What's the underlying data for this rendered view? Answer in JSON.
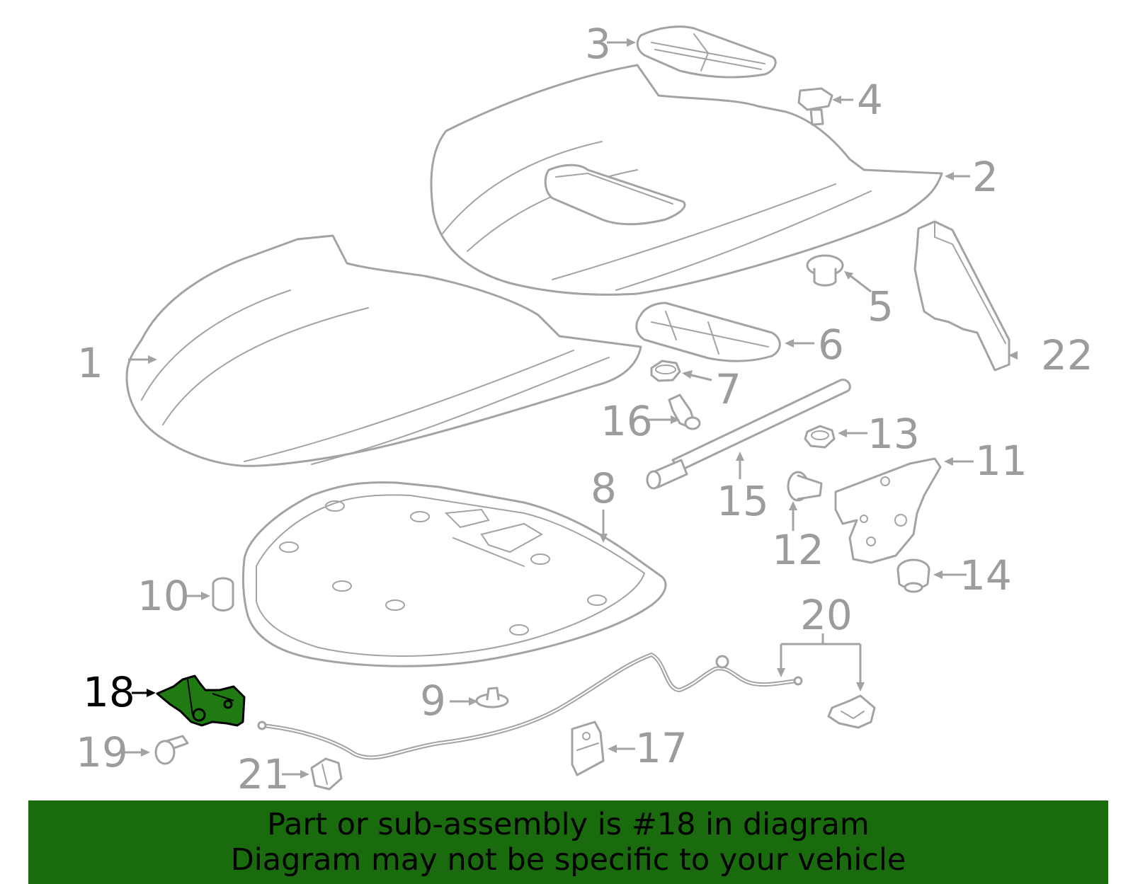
{
  "diagram": {
    "highlighted_part": "18",
    "highlight_color": "#1f7a12",
    "part_color": "#a3a3a3",
    "callouts": [
      "1",
      "2",
      "3",
      "4",
      "5",
      "6",
      "7",
      "8",
      "9",
      "10",
      "11",
      "12",
      "13",
      "14",
      "15",
      "16",
      "17",
      "18",
      "19",
      "20",
      "21",
      "22"
    ]
  },
  "banner": {
    "background": "#1a6b0e",
    "line1": "Part or sub-assembly is #18 in diagram",
    "line2": "Diagram may not be specific to your vehicle"
  }
}
